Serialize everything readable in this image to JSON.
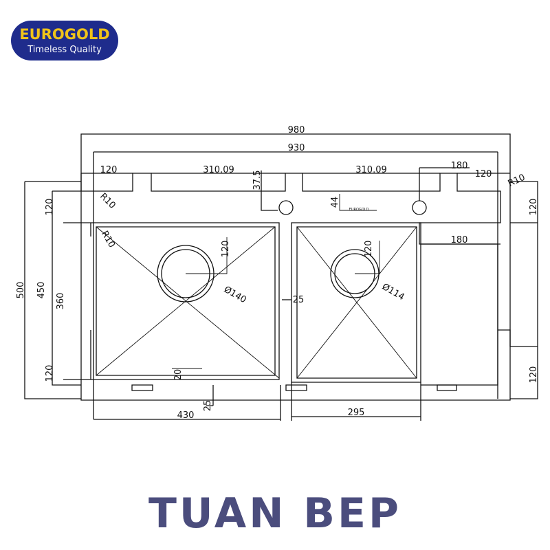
{
  "brand": {
    "name": "EUROGOLD",
    "tagline": "Timeless Quality",
    "colors": {
      "badge_bg": "#1f2c8c",
      "name": "#f0c419",
      "tagline": "#ffffff"
    }
  },
  "drawing": {
    "dimensions": {
      "overall_width": "980",
      "inner_width": "930",
      "left_edge": "120",
      "left_segment": "310.09",
      "right_segment": "310.09",
      "tap_offset": "180",
      "right_edge": "120",
      "corner_radius_outer": "R10",
      "corner_radius_top_left": "R10",
      "corner_radius_bowl": "R10",
      "tap_hole_height": "37.5",
      "tap_hole_gap": "44",
      "height_total": "500",
      "height_inner": "450",
      "bowl_depth": "360",
      "left_side_top": "120",
      "left_side_bottom": "120",
      "right_side_top": "120",
      "right_side_bottom": "120",
      "big_drain_offset": "120",
      "big_drain_dia": "Ø140",
      "small_drain_offset": "120",
      "small_drain_dia": "Ø114",
      "divider": "25",
      "bottom_gap": "20",
      "bottom_offset": "25",
      "big_bowl_width": "430",
      "small_bowl_width": "295",
      "drainboard_width": "180"
    },
    "engraving": "EUROGOLD"
  },
  "footer": {
    "text": "TUAN BEP",
    "color": "#4b4d7d"
  }
}
